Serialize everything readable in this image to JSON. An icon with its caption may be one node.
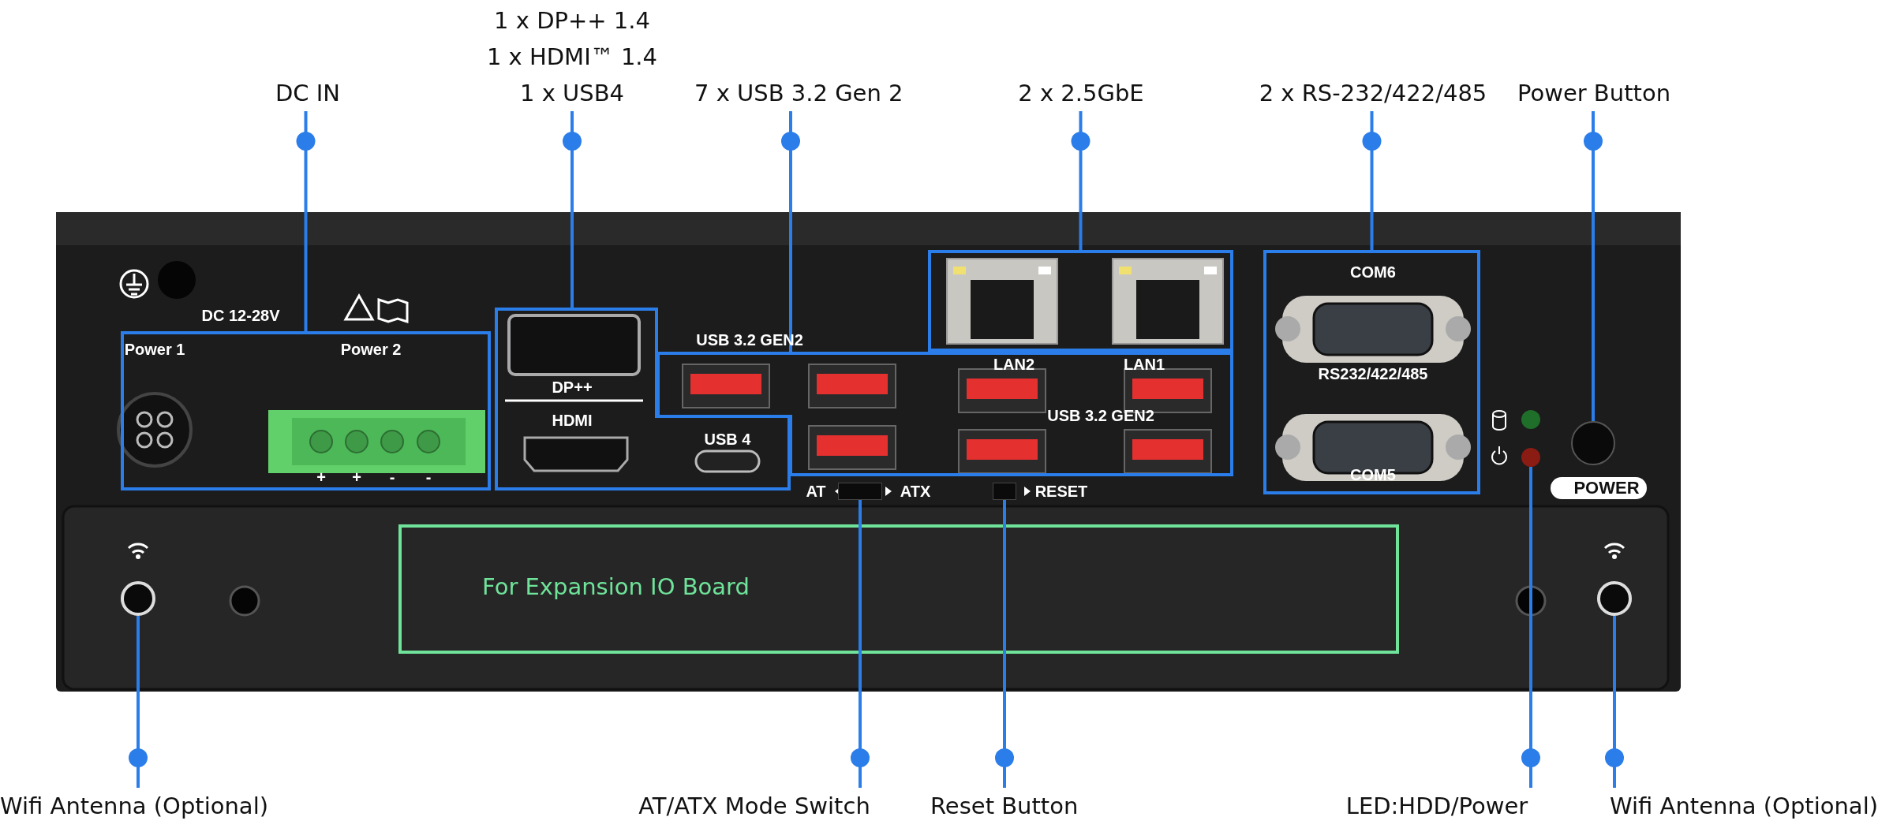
{
  "diagram": {
    "nodes": [
      {
        "text": [
          "DC IN"
        ]
      },
      {
        "text": [
          "1 x DP++ 1.4",
          "1 x HDMI™ 1.4",
          "1 x USB4"
        ]
      },
      {
        "text": [
          "7 x USB 3.2 Gen 2"
        ]
      },
      {
        "text": [
          "2 x 2.5GbE"
        ]
      },
      {
        "text": [
          "2 x RS-232/422/485"
        ]
      },
      {
        "text": [
          "Power Button"
        ]
      },
      {
        "text": [],
        "shape": "box"
      },
      {
        "text": [],
        "shape": "box"
      },
      {
        "text": [],
        "shape": "box"
      },
      {
        "text": [],
        "shape": "box"
      },
      {
        "text": [],
        "shape": "box"
      },
      {
        "text": [],
        "shape": "circle"
      },
      {
        "text": [
          "For Expansion IO Board"
        ]
      },
      {
        "text": [],
        "shape": "circle"
      },
      {
        "text": [],
        "shape": "box"
      },
      {
        "text": [],
        "shape": "box"
      },
      {
        "text": [],
        "shape": "circle"
      },
      {
        "text": [],
        "shape": "circle"
      },
      {
        "text": [
          "Wifi Antenna (Optional)"
        ]
      },
      {
        "text": [
          "AT/ATX Mode Switch"
        ]
      },
      {
        "text": [
          "Reset Button"
        ]
      },
      {
        "text": [
          "LED:HDD/Power"
        ]
      },
      {
        "text": [
          "Wifi Antenna (Optional)"
        ]
      }
    ],
    "edges": [
      {
        "from": 0,
        "to": 6,
        "arrow": "other"
      },
      {
        "from": 1,
        "to": 7,
        "arrow": "other"
      },
      {
        "from": 2,
        "to": 8,
        "arrow": "other"
      },
      {
        "from": 3,
        "to": 9,
        "arrow": "other"
      },
      {
        "from": 4,
        "to": 10,
        "arrow": "other"
      },
      {
        "from": 5,
        "to": 11,
        "arrow": "other"
      },
      {
        "from": 18,
        "to": 13,
        "arrow": "other"
      },
      {
        "from": 19,
        "to": 14,
        "arrow": "other"
      },
      {
        "from": 20,
        "to": 15,
        "arrow": "other"
      },
      {
        "from": 21,
        "to": 16,
        "arrow": "other"
      },
      {
        "from": 22,
        "to": 17,
        "arrow": "other"
      }
    ],
    "labels": [
      "DC 12-28V",
      "Power 1",
      "Power 2",
      "COM6",
      "DP++",
      "USB 3.2 GEN2",
      "LAN2",
      "LAN1",
      "RS232/422/485",
      "USB 3.2 GEN2",
      "HDMI",
      "USB 4",
      "+",
      "+",
      "-",
      "-",
      "AT",
      "ATX",
      "RESET",
      "COM5",
      "POWER"
    ]
  }
}
